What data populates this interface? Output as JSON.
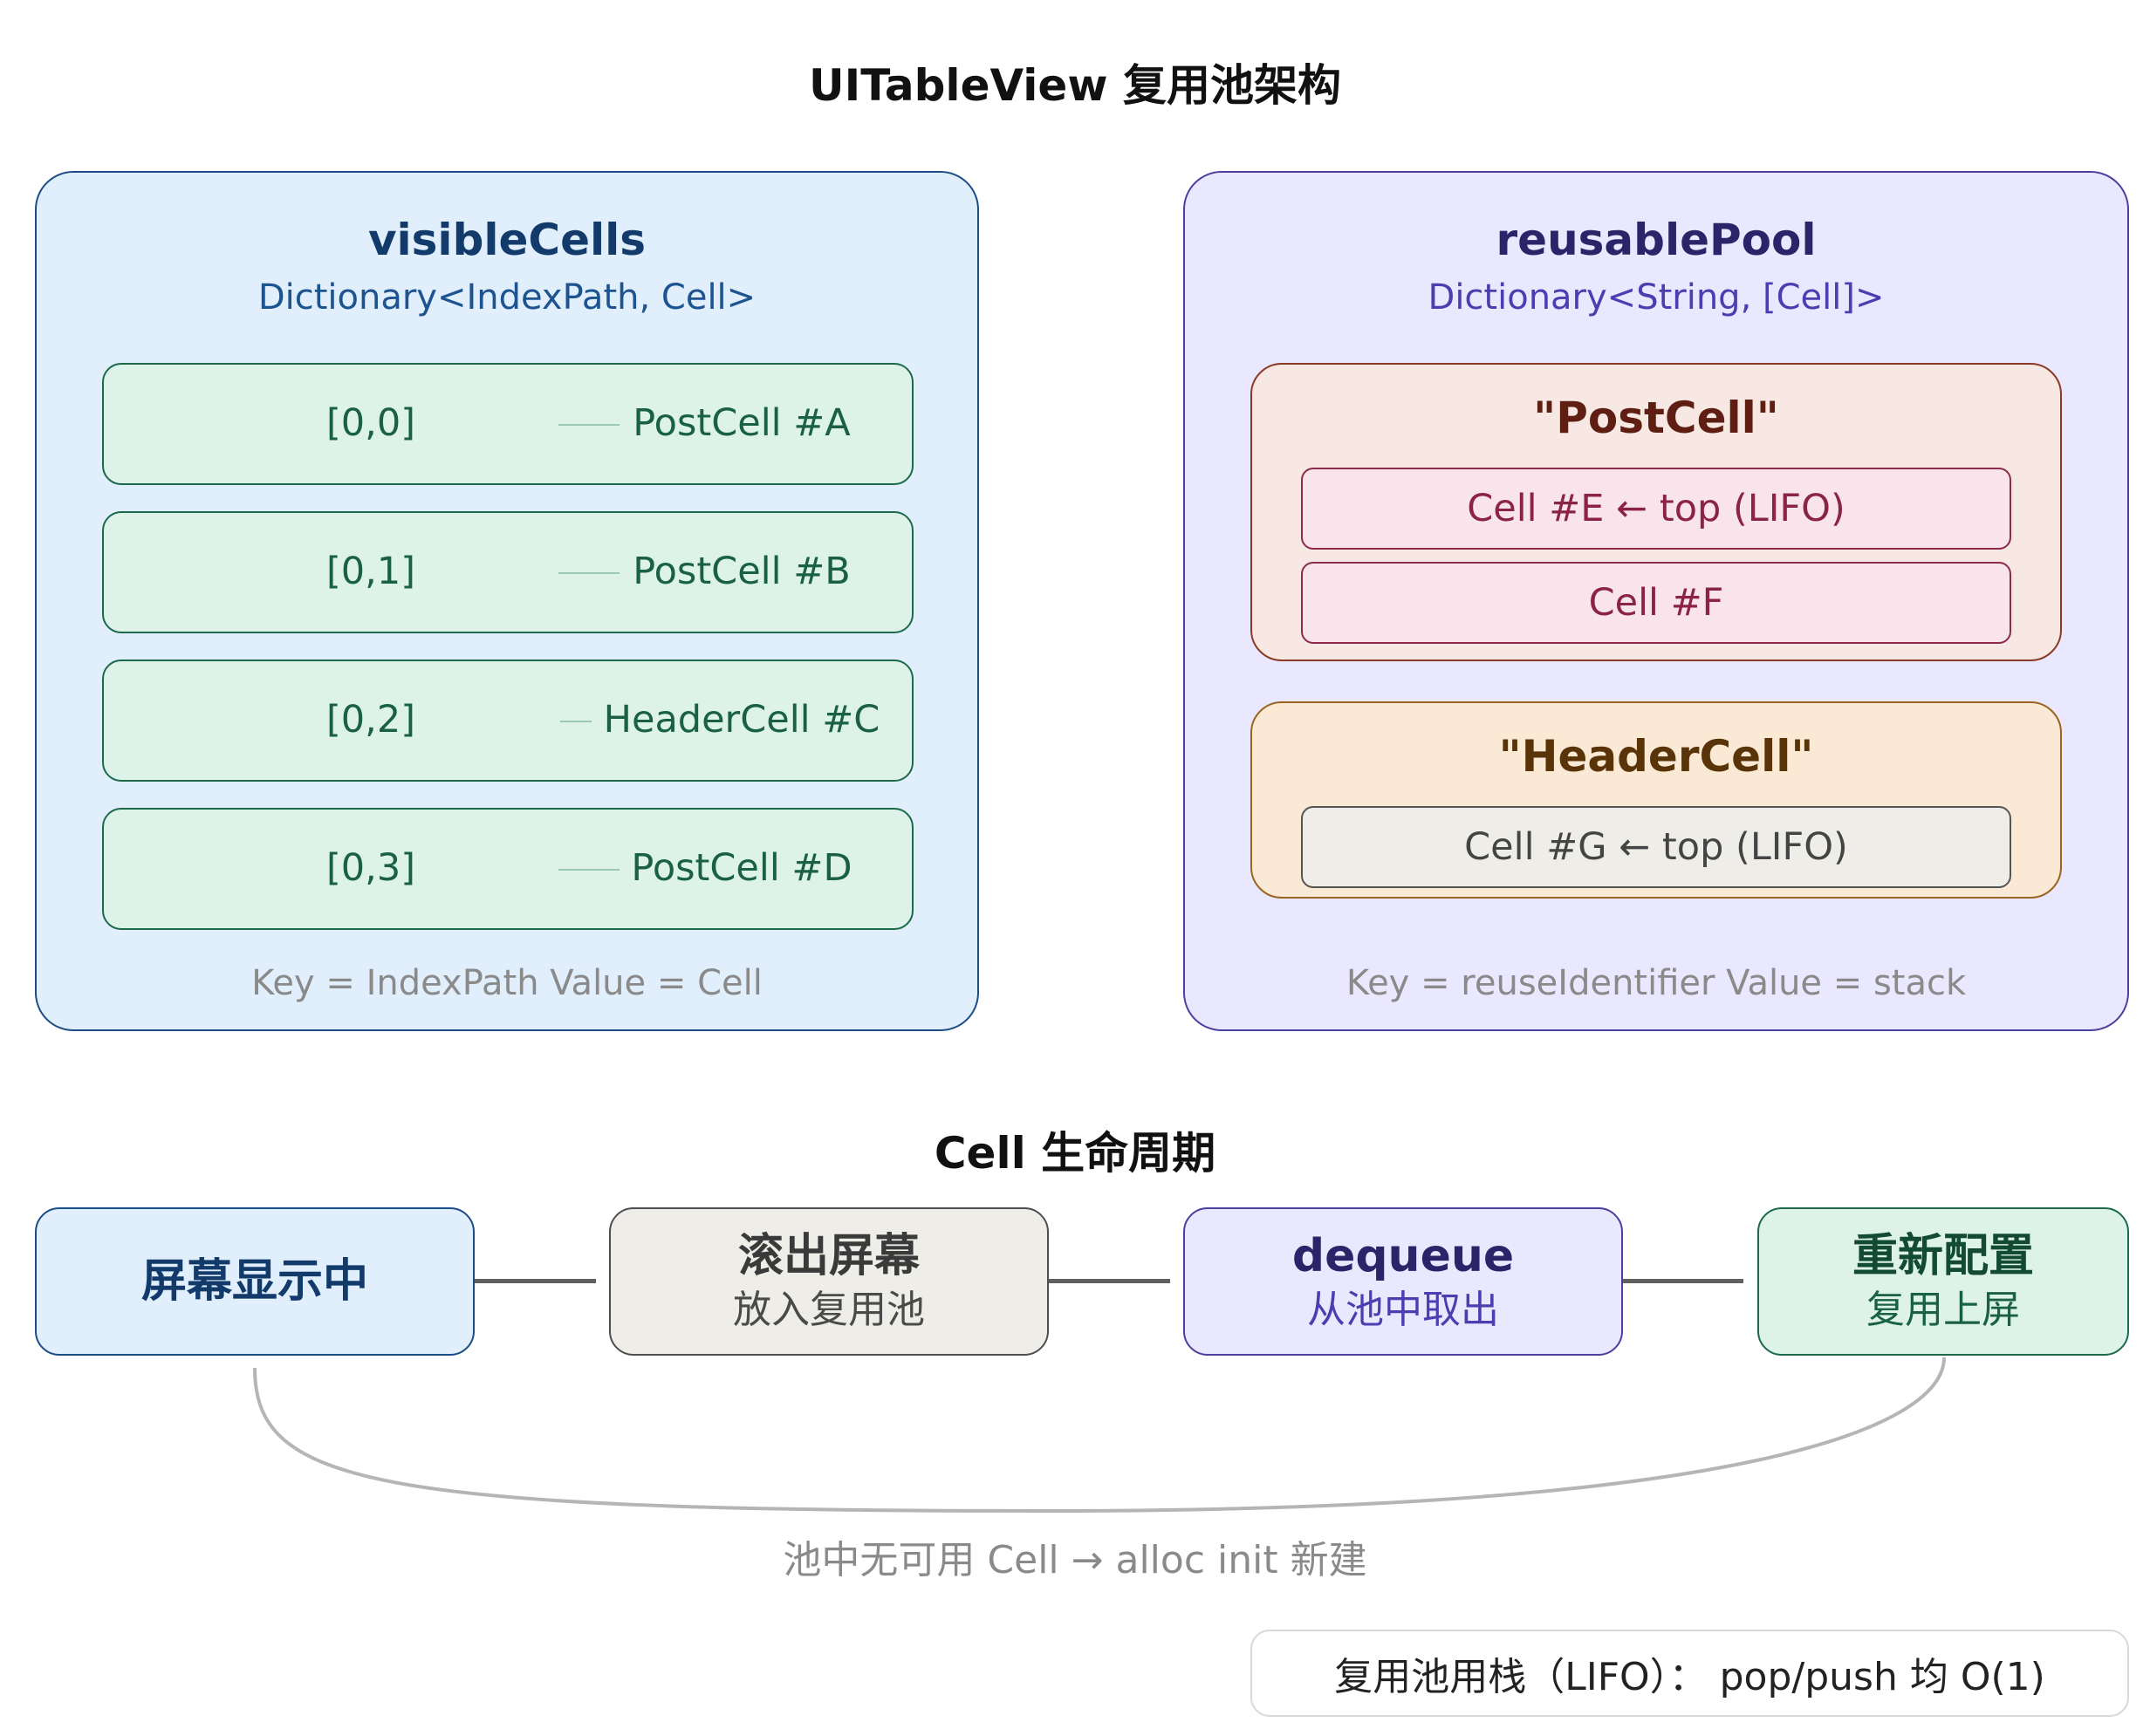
{
  "title": "UITableView 复用池架构",
  "visible_cells": {
    "title": "visibleCells",
    "subtitle": "Dictionary<IndexPath, Cell>",
    "rows": [
      {
        "key": "[0,0]",
        "value": "PostCell #A"
      },
      {
        "key": "[0,1]",
        "value": "PostCell #B"
      },
      {
        "key": "[0,2]",
        "value": "HeaderCell #C"
      },
      {
        "key": "[0,3]",
        "value": "PostCell #D"
      }
    ],
    "footer": "Key = IndexPath Value = Cell",
    "colors": {
      "background": "#e1eefb",
      "border": "#1d4d86",
      "title": "#123b6b",
      "subtitle": "#1c5391"
    }
  },
  "reusable_pool": {
    "title": "reusablePool",
    "subtitle": "Dictionary<String, [Cell]>",
    "groups": [
      {
        "name": "\"PostCell\"",
        "cells": [
          "Cell #E ← top (LIFO)",
          "Cell #F"
        ]
      },
      {
        "name": "\"HeaderCell\"",
        "cells": [
          "Cell #G ← top (LIFO)"
        ]
      }
    ],
    "footer": "Key = reuseIdentifier Value = stack",
    "colors": {
      "background": "#eae8fe",
      "border": "#4b3fa0",
      "title": "#2c2369",
      "subtitle": "#4c3db0"
    }
  },
  "lifecycle": {
    "title": "Cell 生命周期",
    "stages": [
      {
        "main": "屏幕显示中",
        "sub": ""
      },
      {
        "main": "滚出屏幕",
        "sub": "放入复用池"
      },
      {
        "main": "dequeue",
        "sub": "从池中取出"
      },
      {
        "main": "重新配置",
        "sub": "复用上屏"
      }
    ],
    "loop_label": "池中无可用 Cell → alloc init 新建"
  },
  "note": "复用池用栈（LIFO）： pop/push 均 O(1)"
}
